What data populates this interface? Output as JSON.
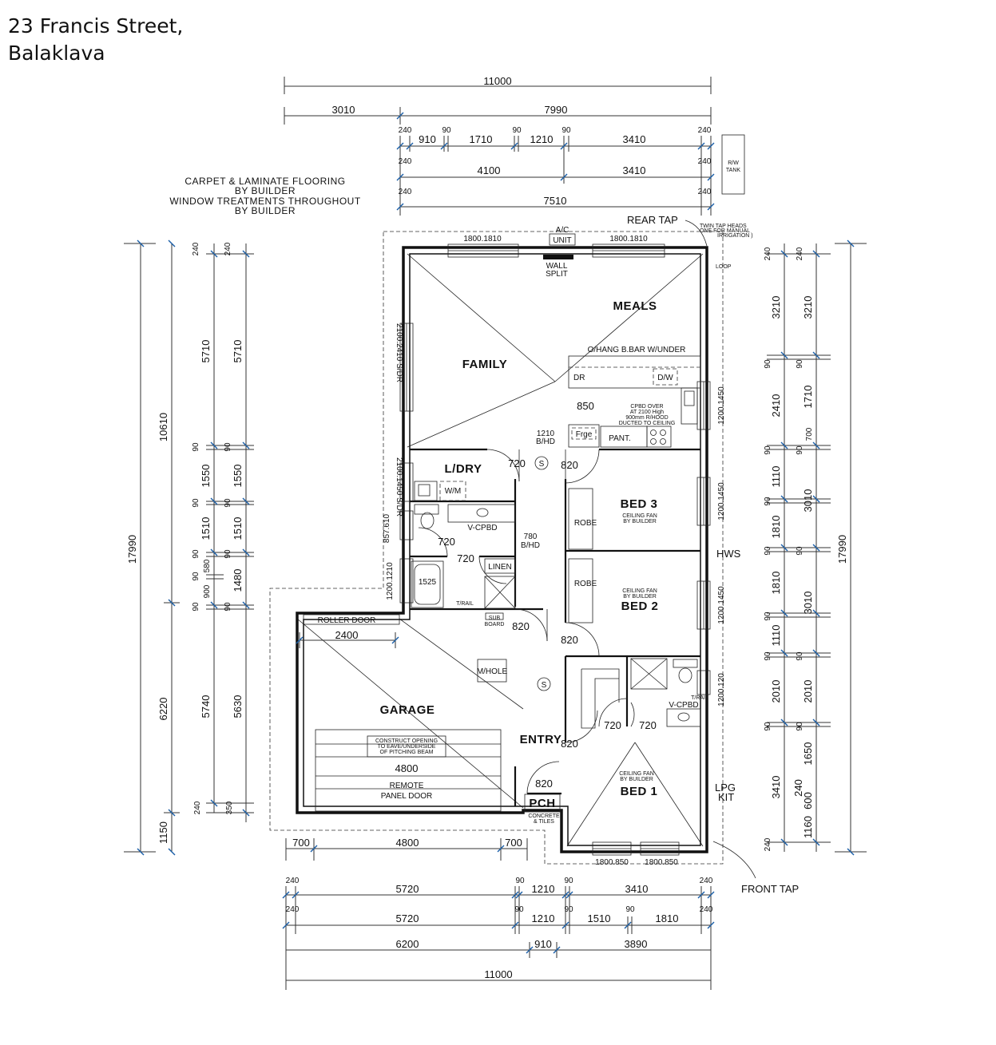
{
  "address": {
    "line1": "23 Francis Street,",
    "line2": "Balaklava"
  },
  "notes": [
    "CARPET & LAMINATE FLOORING",
    "BY BUILDER",
    "WINDOW TREATMENTS THROUGHOUT",
    "BY BUILDER"
  ],
  "rooms": {
    "family": "FAMILY",
    "meals": "MEALS",
    "laundry": "L/DRY",
    "bed3": "BED 3",
    "bed2": "BED 2",
    "bed1": "BED 1",
    "garage": "GARAGE",
    "entry": "ENTRY",
    "porch": "PCH",
    "robe1": "ROBE",
    "robe2": "ROBE",
    "linen": "LINEN"
  },
  "labels": {
    "rw_tank_1": "R/W",
    "rw_tank_2": "TANK",
    "rear_tap": "REAR TAP",
    "front_tap": "FRONT TAP",
    "ac_unit_1": "A/C",
    "ac_unit_2": "UNIT",
    "wall_split_1": "WALL",
    "wall_split_2": "SPLIT",
    "twin_tap_1": "TWIN TAP HEADS",
    "twin_tap_2": "ONE FOR MANUAL",
    "twin_tap_3": "IRRIGATION )",
    "loop": "LOOP",
    "bench": "O/HANG B.BAR W/UNDER",
    "dr": "DR",
    "dw": "D/W",
    "cooker_1": "CPBD OVER",
    "cooker_2": "AT 2100 High",
    "cooker_3": "900mm R/HOOD",
    "cooker_4": "DUCTED TO CEILING",
    "fridge_w": "850",
    "fridge": "Frge",
    "pantry": "PANT.",
    "bhd_1210_a": "1210",
    "bhd_1210_b": "B/HD",
    "door_720_a": "720",
    "door_820_a": "820",
    "wm": "W/M",
    "vcpbd_1": "V-CPBD",
    "vcpbd_2": "V-CPBD",
    "bhd_780_a": "780",
    "bhd_780_b": "B/HD",
    "door_720_b": "720",
    "door_720_c": "720",
    "bath": "1525",
    "towel": "T/RAIL",
    "sub_board_1": "SUB",
    "sub_board_2": "BOARD",
    "door_820_b": "820",
    "door_820_c": "820",
    "fan_1": "CEILING FAN",
    "fan_2": "BY BUILDER",
    "fan_3": "CEILING FAN",
    "fan_4": "BY BUILDER",
    "fan_5": "CEILING FAN",
    "fan_6": "BY BUILDER",
    "hws": "HWS",
    "lpg_1": "LPG",
    "lpg_2": "KIT",
    "trail": "T/RAIL",
    "roller_door": "ROLLER DOOR",
    "roller_w": "2400",
    "mhole": "M/HOLE",
    "construct_1": "CONSTRUCT OPENING",
    "construct_2": "TO EAVE/UNDERSIDE",
    "construct_3": "OF PITCHING BEAM",
    "panel_w": "4800",
    "remote_1": "REMOTE",
    "remote_2": "PANEL DOOR",
    "door_820_d": "820",
    "door_820_e": "820",
    "door_720_d": "720",
    "door_720_e": "720",
    "concrete_1": "CONCRETE",
    "concrete_2": "& TILES",
    "sym_s1": "S",
    "sym_s2": "S",
    "win_meals_1": "1800.1810",
    "win_meals_2": "1800.1810",
    "win_bed1_1": "1800.850",
    "win_bed1_2": "1800.850",
    "win_family": "2100.2410 S/DR",
    "win_laundry": "2100.1450 S/DR",
    "win_ldry2": "857.610",
    "win_bath": "1200.1210",
    "win_kitchen": "1200.1450",
    "win_bed3": "1200.1450",
    "win_bed2": "1200.1450",
    "win_ens": "1200.120"
  },
  "dims_top": {
    "row1": [
      "11000"
    ],
    "row2": [
      "3010",
      "7990"
    ],
    "row3_small": [
      "240",
      "90",
      "90",
      "90",
      "240"
    ],
    "row3": [
      "910",
      "1710",
      "1210",
      "3410"
    ],
    "row4_small": [
      "240",
      "240"
    ],
    "row4": [
      "4100",
      "3410"
    ],
    "row5_small": [
      "240",
      "240"
    ],
    "row5": [
      "7510"
    ]
  },
  "dims_bottom": {
    "garage_row": [
      "700",
      "4800",
      "700"
    ],
    "row1_small": [
      "240",
      "90",
      "90",
      "240"
    ],
    "row1": [
      "5720",
      "1210",
      "3410"
    ],
    "row2_small": [
      "240",
      "90",
      "90",
      "90",
      "240"
    ],
    "row2": [
      "5720",
      "1210",
      "1510",
      "1810"
    ],
    "row3": [
      "6200",
      "910",
      "3890"
    ],
    "row4": [
      "11000"
    ]
  },
  "dims_left": {
    "total": "17990",
    "col1": [
      "10610",
      "6220",
      "1150"
    ],
    "col2": [
      "240",
      "5710",
      "90",
      "1550",
      "90",
      "1510",
      "90",
      "580",
      "90",
      "900",
      "90",
      "5740",
      "240"
    ],
    "col3": [
      "240",
      "5710",
      "90",
      "1550",
      "90",
      "1510",
      "90",
      "1480",
      "90",
      "5630",
      "350"
    ]
  },
  "dims_right": {
    "total": "17990",
    "col1": [
      "240",
      "3210",
      "90",
      "2410",
      "90",
      "1110",
      "90",
      "1810",
      "90",
      "1810",
      "90",
      "1110",
      "90",
      "2010",
      "90",
      "3410",
      "240"
    ],
    "col2": [
      "240",
      "3210",
      "90",
      "1710",
      "700",
      "90",
      "3010",
      "90",
      "3010",
      "90",
      "2010",
      "90",
      "1650",
      "240",
      "600",
      "1160"
    ]
  }
}
